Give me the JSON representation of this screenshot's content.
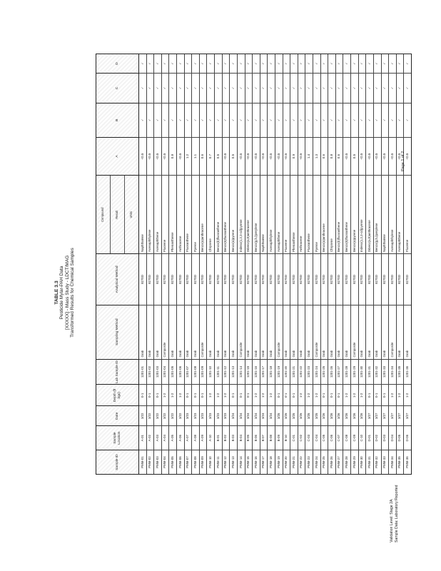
{
  "header": {
    "title": "TABLE 3.3",
    "subtitle": "Pesticide Mylar-PAH Data",
    "line3": "[XXXXX] - Mass Study - LDCT/MAG",
    "line4": "Transformed Results for Chemical Samples"
  },
  "table": {
    "columns": [
      {
        "label": "Sample ID"
      },
      {
        "label": "Sample Location"
      },
      {
        "label": "Date"
      },
      {
        "label": "Depth (ft bgs)"
      },
      {
        "label": "Lab Sample ID"
      },
      {
        "label": "Sampling Method"
      },
      {
        "label": "Analytical Method"
      },
      {
        "sublabels": [
          "Compound",
          "Result",
          "Units"
        ]
      },
      {
        "label": "A"
      },
      {
        "label": "B"
      },
      {
        "label": "C"
      },
      {
        "label": "D"
      }
    ],
    "rows": [
      [
        "PMM-01",
        "A-01",
        "3/22",
        "0-1",
        "1201-01",
        "Grab",
        "8270D",
        "Naphthalene",
        "<0.5",
        "✓",
        "✓",
        "✓"
      ],
      [
        "PMM-02",
        "A-02",
        "3/22",
        "0-1",
        "1201-02",
        "Grab",
        "8270D",
        "Acenaphthylene",
        "<0.5",
        "✓",
        "✓",
        "✓"
      ],
      [
        "PMM-03",
        "A-03",
        "3/22",
        "0-1",
        "1201-03",
        "Grab",
        "8270D",
        "Acenaphthene",
        "<0.5",
        "✓",
        "✓",
        "✓"
      ],
      [
        "PMM-04",
        "A-04",
        "3/22",
        "1-2",
        "1201-04",
        "Composite",
        "8270D",
        "Fluorene",
        "<0.5",
        "✓",
        "✓",
        "✓"
      ],
      [
        "PMM-05",
        "A-05",
        "3/22",
        "1-2",
        "1201-05",
        "Grab",
        "8270D",
        "Phenanthrene",
        "0.8",
        "✓",
        "✓",
        "✓"
      ],
      [
        "PMM-06",
        "A-06",
        "3/22",
        "1-2",
        "1201-06",
        "Grab",
        "8270D",
        "Anthracene",
        "<0.5",
        "✓",
        "✓",
        "✓"
      ],
      [
        "PMM-07",
        "A-07",
        "3/23",
        "0-1",
        "1201-07",
        "Grab",
        "8270D",
        "Fluoranthene",
        "1.2",
        "✓",
        "✓",
        "✓"
      ],
      [
        "PMM-08",
        "A-08",
        "3/23",
        "0-1",
        "1201-08",
        "Grab",
        "8270D",
        "Pyrene",
        "1.1",
        "✓",
        "✓",
        "✓"
      ],
      [
        "PMM-09",
        "A-09",
        "3/23",
        "0-1",
        "1201-09",
        "Composite",
        "8270D",
        "Benzo(a)anthracene",
        "0.6",
        "✓",
        "✓",
        "✓"
      ],
      [
        "PMM-10",
        "A-10",
        "3/23",
        "1-2",
        "1201-10",
        "Grab",
        "8270D",
        "Chrysene",
        "0.7",
        "✓",
        "✓",
        "✓"
      ],
      [
        "PMM-11",
        "B-01",
        "3/23",
        "1-2",
        "1201-11",
        "Grab",
        "8270D",
        "Benzo(b)fluoranthene",
        "0.5",
        "✓",
        "✓",
        "✓"
      ],
      [
        "PMM-12",
        "B-02",
        "3/23",
        "1-2",
        "1201-12",
        "Grab",
        "8270D",
        "Benzo(k)fluoranthene",
        "<0.5",
        "✓",
        "✓",
        "✓"
      ],
      [
        "PMM-13",
        "B-03",
        "3/24",
        "0-1",
        "1201-13",
        "Grab",
        "8270D",
        "Benzo(a)pyrene",
        "0.5",
        "✓",
        "✓",
        "✓"
      ],
      [
        "PMM-14",
        "B-04",
        "3/24",
        "0-1",
        "1201-14",
        "Composite",
        "8270D",
        "Indeno(1,2,3-cd)pyrene",
        "<0.5",
        "✓",
        "✓",
        "✓"
      ],
      [
        "PMM-15",
        "B-05",
        "3/24",
        "0-1",
        "1201-15",
        "Grab",
        "8270D",
        "Dibenz(a,h)anthracene",
        "<0.5",
        "✓",
        "✓",
        "✓"
      ],
      [
        "PMM-16",
        "B-06",
        "3/24",
        "1-2",
        "1201-16",
        "Grab",
        "8270D",
        "Benzo(g,h,i)perylene",
        "<0.5",
        "✓",
        "✓",
        "✓"
      ],
      [
        "PMM-17",
        "B-07",
        "3/24",
        "1-2",
        "1201-17",
        "Grab",
        "8270D",
        "Naphthalene",
        "<0.5",
        "✓",
        "✓",
        "✓"
      ],
      [
        "PMM-18",
        "B-08",
        "3/24",
        "1-2",
        "1201-18",
        "Grab",
        "8270D",
        "Acenaphthylene",
        "<0.5",
        "✓",
        "✓",
        "✓"
      ],
      [
        "PMM-19",
        "B-09",
        "3/25",
        "0-1",
        "1201-19",
        "Composite",
        "8270D",
        "Acenaphthene",
        "<0.5",
        "✓",
        "✓",
        "✓"
      ],
      [
        "PMM-20",
        "B-10",
        "3/25",
        "0-1",
        "1201-20",
        "Grab",
        "8270D",
        "Fluorene",
        "<0.5",
        "✓",
        "✓",
        "✓"
      ],
      [
        "PMM-21",
        "C-01",
        "3/25",
        "0-1",
        "1201-21",
        "Grab",
        "8270D",
        "Phenanthrene",
        "0.9",
        "✓",
        "✓",
        "✓"
      ],
      [
        "PMM-22",
        "C-02",
        "3/25",
        "1-2",
        "1201-22",
        "Grab",
        "8270D",
        "Anthracene",
        "<0.5",
        "✓",
        "✓",
        "✓"
      ],
      [
        "PMM-23",
        "C-03",
        "3/25",
        "1-2",
        "1201-23",
        "Grab",
        "8270D",
        "Fluoranthene",
        "1.4",
        "✓",
        "✓",
        "✓"
      ],
      [
        "PMM-24",
        "C-04",
        "3/25",
        "1-2",
        "1201-24",
        "Composite",
        "8270D",
        "Pyrene",
        "1.3",
        "✓",
        "✓",
        "✓"
      ],
      [
        "PMM-25",
        "C-05",
        "3/26",
        "0-1",
        "1201-25",
        "Grab",
        "8270D",
        "Benzo(a)anthracene",
        "0.6",
        "✓",
        "✓",
        "✓"
      ],
      [
        "PMM-26",
        "C-06",
        "3/26",
        "0-1",
        "1201-26",
        "Grab",
        "8270D",
        "Chrysene",
        "0.8",
        "✓",
        "✓",
        "✓"
      ],
      [
        "PMM-27",
        "C-07",
        "3/26",
        "0-1",
        "1201-27",
        "Grab",
        "8270D",
        "Benzo(b)fluoranthene",
        "0.6",
        "✓",
        "✓",
        "✓"
      ],
      [
        "PMM-28",
        "C-08",
        "3/26",
        "1-2",
        "1201-28",
        "Grab",
        "8270D",
        "Benzo(k)fluoranthene",
        "<0.5",
        "✓",
        "✓",
        "✓"
      ],
      [
        "PMM-29",
        "C-09",
        "3/26",
        "1-2",
        "1201-29",
        "Composite",
        "8270D",
        "Benzo(a)pyrene",
        "0.5",
        "✓",
        "✓",
        "✓"
      ],
      [
        "PMM-30",
        "C-10",
        "3/26",
        "1-2",
        "1201-30",
        "Grab",
        "8270D",
        "Indeno(1,2,3-cd)pyrene",
        "<0.5",
        "✓",
        "✓",
        "✓"
      ],
      [
        "PMM-31",
        "D-01",
        "3/27",
        "0-1",
        "1201-31",
        "Grab",
        "8270D",
        "Dibenz(a,h)anthracene",
        "<0.5",
        "✓",
        "✓",
        "✓"
      ],
      [
        "PMM-32",
        "D-02",
        "3/27",
        "0-1",
        "1201-32",
        "Grab",
        "8270D",
        "Benzo(g,h,i)perylene",
        "<0.5",
        "✓",
        "✓",
        "✓"
      ],
      [
        "PMM-33",
        "D-03",
        "3/27",
        "0-1",
        "1201-33",
        "Grab",
        "8270D",
        "Naphthalene",
        "<0.5",
        "✓",
        "✓",
        "✓"
      ],
      [
        "PMM-34",
        "D-04",
        "3/27",
        "1-2",
        "1201-34",
        "Composite",
        "8270D",
        "Acenaphthylene",
        "<0.5",
        "✓",
        "✓",
        "✓"
      ],
      [
        "PMM-35",
        "D-05",
        "3/27",
        "1-2",
        "1201-35",
        "Grab",
        "8270D",
        "Acenaphthene",
        "<0.5",
        "✓",
        "✓",
        "✓"
      ],
      [
        "PMM-36",
        "D-06",
        "3/27",
        "1-2",
        "1201-36",
        "Grab",
        "8270D",
        "Fluorene",
        "<0.5",
        "✓",
        "✓",
        "✓"
      ]
    ]
  },
  "footer": {
    "line1": "Validation Level: Stage 2A",
    "line2": "Sample Data: Laboratory Reported"
  },
  "page_number": "Page 1 of 2"
}
